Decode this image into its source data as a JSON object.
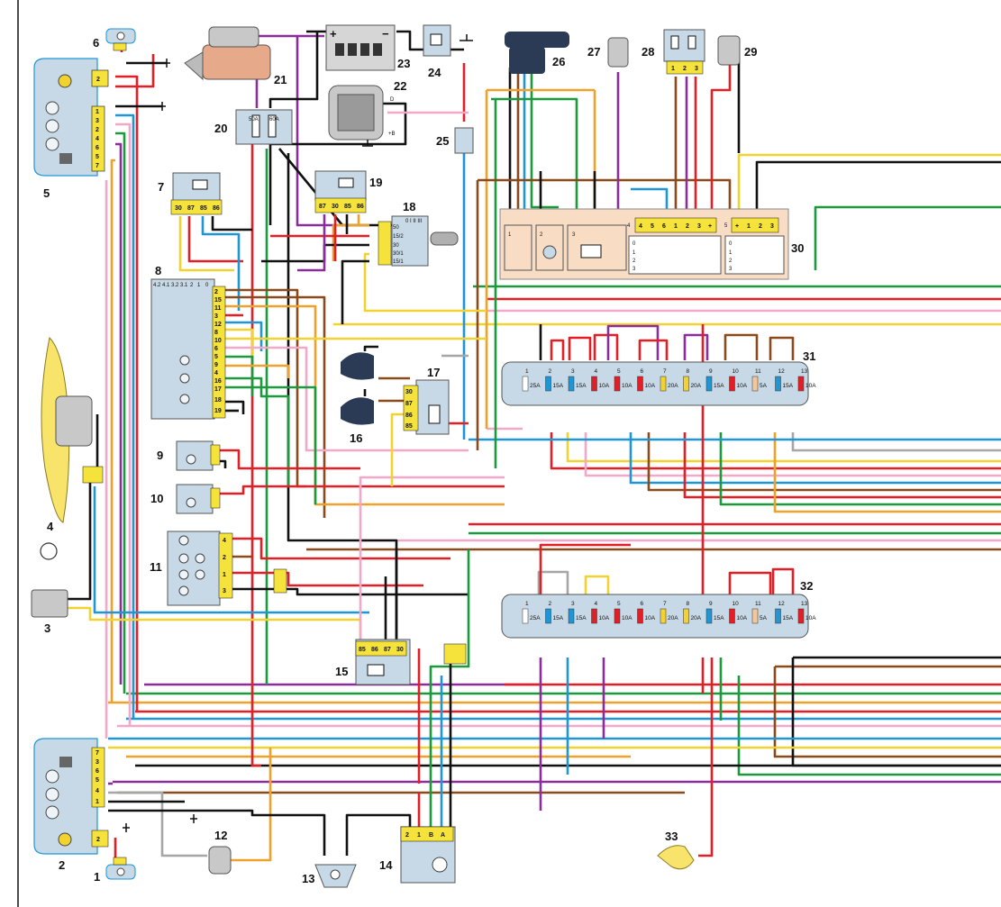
{
  "colors": {
    "red": "#e31e24",
    "black": "#111111",
    "yellow": "#f2d22e",
    "orange": "#f0a12a",
    "green": "#1a9a3c",
    "blue": "#1e96d6",
    "brown": "#8b4a1c",
    "violet": "#8a2d9a",
    "pink": "#f4a7c8",
    "gray": "#a6a6a6",
    "white": "#ffffff",
    "panel": "#c7d8e6",
    "pinBox": "#f5e33b",
    "switchPanel": "#f8dcc4"
  },
  "components": [
    {
      "id": "1"
    },
    {
      "id": "2"
    },
    {
      "id": "3"
    },
    {
      "id": "4"
    },
    {
      "id": "5"
    },
    {
      "id": "6"
    },
    {
      "id": "7"
    },
    {
      "id": "8"
    },
    {
      "id": "9"
    },
    {
      "id": "10"
    },
    {
      "id": "11"
    },
    {
      "id": "12"
    },
    {
      "id": "13"
    },
    {
      "id": "14"
    },
    {
      "id": "15"
    },
    {
      "id": "16"
    },
    {
      "id": "17"
    },
    {
      "id": "18"
    },
    {
      "id": "19"
    },
    {
      "id": "20"
    },
    {
      "id": "21"
    },
    {
      "id": "22"
    },
    {
      "id": "23"
    },
    {
      "id": "24"
    },
    {
      "id": "25"
    },
    {
      "id": "26"
    },
    {
      "id": "27"
    },
    {
      "id": "28"
    },
    {
      "id": "29"
    },
    {
      "id": "30"
    },
    {
      "id": "31"
    },
    {
      "id": "32"
    },
    {
      "id": "33"
    }
  ],
  "relay7": {
    "pins": [
      "30",
      "87",
      "85",
      "86"
    ]
  },
  "relay19": {
    "pins": [
      "87",
      "30",
      "85",
      "86"
    ]
  },
  "relay15": {
    "pins": [
      "85",
      "86",
      "87",
      "30"
    ]
  },
  "relay17": {
    "pins": [
      "30",
      "87",
      "86",
      "85"
    ]
  },
  "ignition18": {
    "pins": [
      "50",
      "15/2",
      "30",
      "30/1",
      "15/1"
    ],
    "positions": "0 I II III"
  },
  "switch8": {
    "header": [
      "4.2",
      "4.1",
      "3.2",
      "3.1",
      "2",
      "1",
      "0"
    ],
    "pins": [
      "2",
      "15",
      "11",
      "3",
      "12",
      "8",
      "10",
      "6",
      "5",
      "9",
      "4",
      "16",
      "17",
      "18",
      "19"
    ]
  },
  "headlight5": {
    "pins": [
      "2",
      "1",
      "3",
      "2",
      "4",
      "6",
      "5",
      "7"
    ]
  },
  "headlight2": {
    "pins": [
      "7",
      "3",
      "6",
      "5",
      "4",
      "1",
      "2"
    ]
  },
  "cluster11": {
    "pins": [
      "4",
      "2",
      "1",
      "3"
    ]
  },
  "fusebox20": {
    "fuses": [
      "50A",
      "60A"
    ]
  },
  "generator22": {
    "labels": [
      "D",
      "+B"
    ]
  },
  "switch28": {
    "pins": [
      "1",
      "2",
      "3"
    ]
  },
  "wiper14": {
    "pins": [
      "2",
      "1",
      "B",
      "A"
    ]
  },
  "switch30": {
    "pins_a": [
      "4",
      "5",
      "6",
      "1",
      "2",
      "3",
      "+"
    ],
    "pins_b": [
      "+",
      "1",
      "2",
      "3"
    ],
    "sections": [
      "1",
      "2",
      "3",
      "4",
      "5"
    ],
    "positions": [
      "0",
      "1",
      "2",
      "3"
    ]
  },
  "fuseblock31": {
    "numbers": [
      "1",
      "2",
      "3",
      "4",
      "5",
      "6",
      "7",
      "8",
      "9",
      "10",
      "11",
      "12",
      "13"
    ],
    "ratings": [
      "25A",
      "15A",
      "15A",
      "10A",
      "10A",
      "10A",
      "20A",
      "20A",
      "15A",
      "10A",
      "5A",
      "15A",
      "10A"
    ]
  },
  "fuseblock32": {
    "numbers": [
      "1",
      "2",
      "3",
      "4",
      "5",
      "6",
      "7",
      "8",
      "9",
      "10",
      "11",
      "12",
      "13"
    ],
    "ratings": [
      "25A",
      "15A",
      "15A",
      "10A",
      "10A",
      "10A",
      "20A",
      "20A",
      "15A",
      "10A",
      "5A",
      "15A",
      "10A"
    ]
  },
  "battery23": {
    "plus": "+",
    "minus": "−"
  }
}
